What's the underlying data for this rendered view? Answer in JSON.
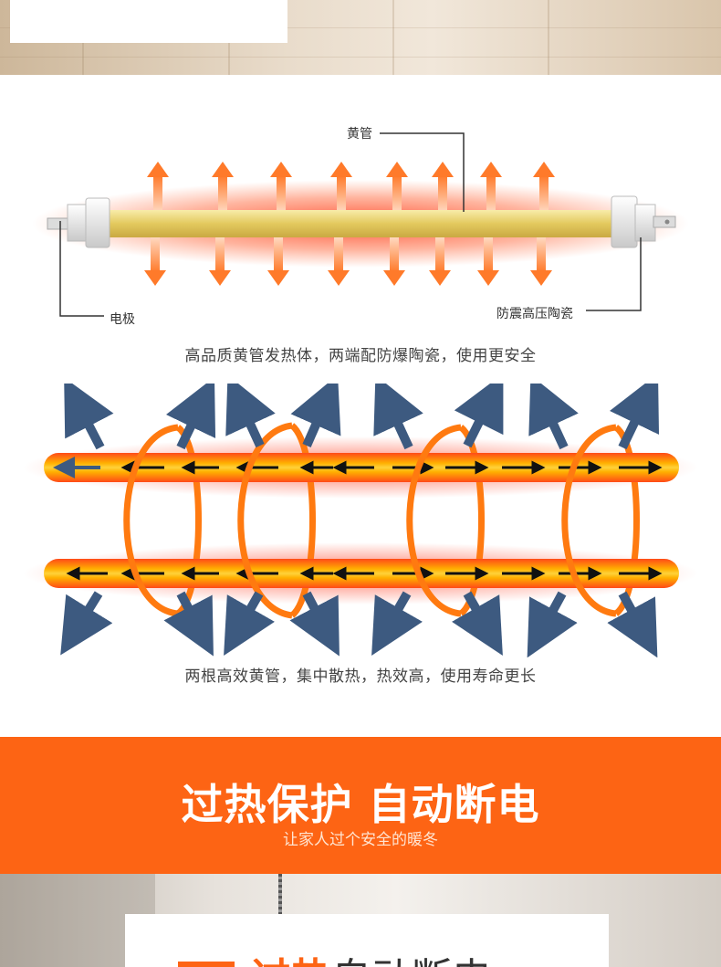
{
  "diagram1": {
    "label_tube": "黄管",
    "label_electrode": "电极",
    "label_ceramic": "防震高压陶瓷",
    "caption": "高品质黄管发热体，两端配防爆陶瓷，使用更安全"
  },
  "diagram2": {
    "caption": "两根高效黄管，集中散热，热效高，使用寿命更长"
  },
  "banner": {
    "title": "过热保护 自动断电",
    "subtitle": "让家人过个安全的暖冬"
  },
  "bottom": {
    "title_highlight": "过热",
    "title_rest": "自动断电"
  },
  "colors": {
    "accent": "#fd6414",
    "tube_yellow": "#e9d67a",
    "glow_red": "#ff3a1c",
    "arrow_blue": "#3d5a80",
    "arrow_orange": "#ff8a2a"
  }
}
